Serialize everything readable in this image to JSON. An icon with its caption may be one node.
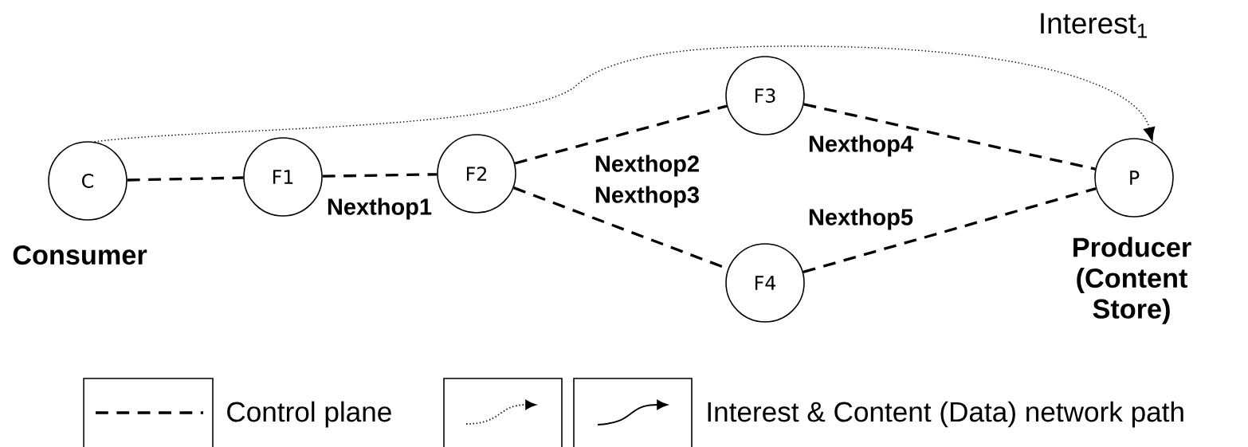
{
  "diagram": {
    "nodes": [
      {
        "text": [
          "C"
        ],
        "beside": [
          "Consumer"
        ]
      },
      {
        "text": [
          "F1"
        ]
      },
      {
        "text": [
          "F2"
        ]
      },
      {
        "text": [
          "F3"
        ]
      },
      {
        "text": [
          "F4"
        ]
      },
      {
        "text": [
          "P"
        ],
        "beside": [
          "Producer (Content Store)"
        ]
      }
    ],
    "edges": [
      {
        "from": 0,
        "to": 1,
        "arrow": "none",
        "style": "dashed"
      },
      {
        "from": 1,
        "to": 2,
        "arrow": "none",
        "style": "dashed",
        "label": "Nexthop1"
      },
      {
        "from": 2,
        "to": 3,
        "arrow": "none",
        "style": "dashed",
        "label": "Nexthop2"
      },
      {
        "from": 2,
        "to": 4,
        "arrow": "none",
        "style": "dashed",
        "label": "Nexthop3"
      },
      {
        "from": 3,
        "to": 5,
        "arrow": "none",
        "style": "dashed",
        "label": "Nexthop4"
      },
      {
        "from": 4,
        "to": 5,
        "arrow": "none",
        "style": "dashed",
        "label": "Nexthop5"
      },
      {
        "from": 0,
        "to": 5,
        "arrow": "to",
        "label": "Interest$_{1}$"
      }
    ],
    "legend": [
      {
        "text": "Control plane"
      },
      {
        "text": "Interest & Content (Data) network path"
      }
    ]
  }
}
